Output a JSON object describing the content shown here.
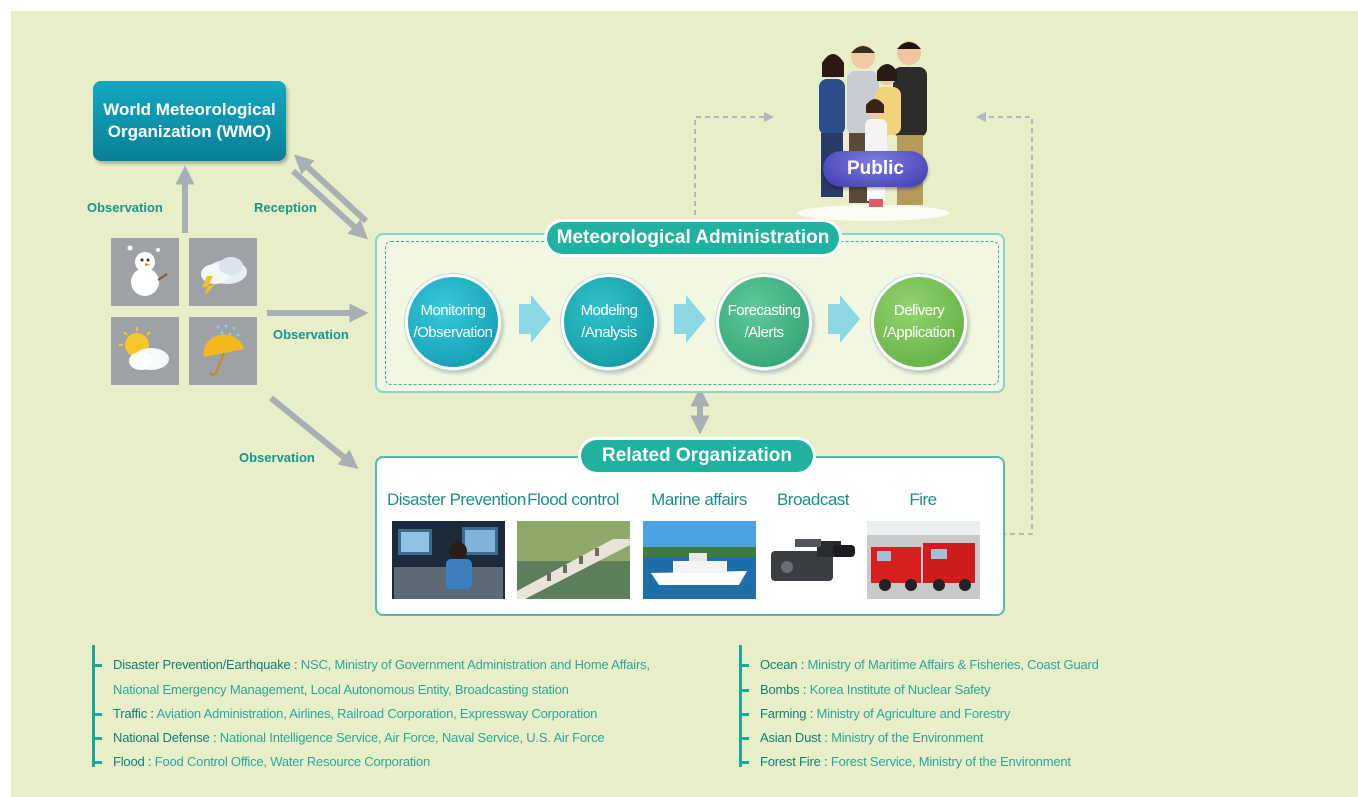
{
  "wmo": {
    "title": "World Meteorological\nOrganization (WMO)"
  },
  "labels": {
    "observation_up": "Observation",
    "reception": "Reception",
    "observation_right": "Observation",
    "observation_down": "Observation"
  },
  "weather_tiles": [
    {
      "icon": "snowman-icon"
    },
    {
      "icon": "storm-cloud-icon"
    },
    {
      "icon": "sun-cloud-icon"
    },
    {
      "icon": "umbrella-rain-icon"
    }
  ],
  "public": {
    "label": "Public"
  },
  "admin": {
    "title": "Meteorological Administration",
    "steps": [
      "Monitoring\n/Observation",
      "Modeling\n/Analysis",
      "Forecasting\n/Alerts",
      "Delivery\n/Application"
    ]
  },
  "related": {
    "title": "Related Organization",
    "orgs": [
      "Disaster Prevention",
      "Flood control",
      "Marine affairs",
      "Broadcast",
      "Fire"
    ]
  },
  "legend_left": [
    {
      "key": "Disaster Prevention/Earthquake :",
      "value": " NSC, Ministry of Government Administration and Home Affairs,"
    },
    {
      "key": "",
      "value": "National Emergency Management, Local Autonomous Entity, Broadcasting station"
    },
    {
      "key": "Traffic :",
      "value": " Aviation Administration, Airlines, Railroad Corporation, Expressway Corporation"
    },
    {
      "key": "National Defense :",
      "value": " National Intelligence Service, Air Force, Naval Service, U.S. Air Force"
    },
    {
      "key": "Flood :",
      "value": " Food Control Office, Water Resource Corporation"
    }
  ],
  "legend_right": [
    {
      "key": "Ocean :",
      "value": " Ministry of Maritime Affairs & Fisheries, Coast Guard"
    },
    {
      "key": "Bombs :",
      "value": " Korea Institute of Nuclear Safety"
    },
    {
      "key": "Farming :",
      "value": " Ministry of Agriculture and Forestry"
    },
    {
      "key": "Asian Dust :",
      "value": " Ministry of the Environment"
    },
    {
      "key": "Forest Fire :",
      "value": " Forest Service, Ministry of the Environment"
    }
  ],
  "colors": {
    "accent": "#21b1a0",
    "background": "#e8efc8",
    "arrow": "#a9b0b5",
    "public": "#3d3ab0"
  }
}
